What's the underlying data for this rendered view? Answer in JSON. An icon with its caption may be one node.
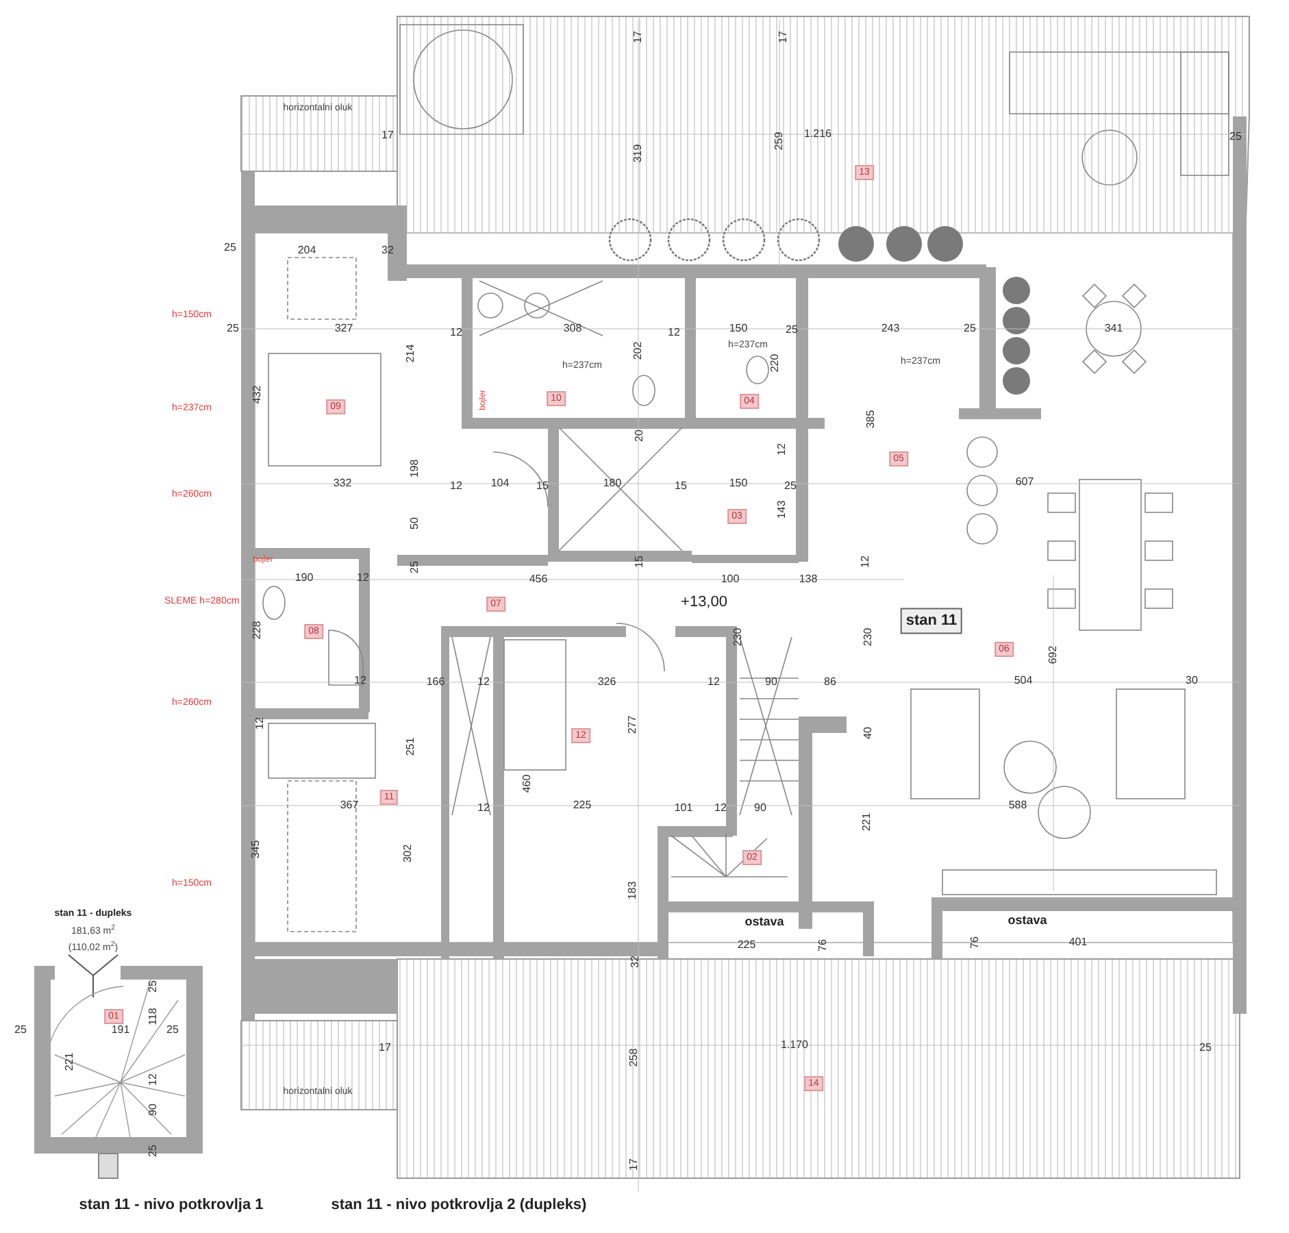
{
  "diagram": {
    "nodes": [
      {
        "text": [
          "13"
        ]
      },
      {
        "text": [
          "09"
        ]
      },
      {
        "text": [
          "10"
        ]
      },
      {
        "text": [
          "04"
        ]
      },
      {
        "text": [
          "05"
        ]
      },
      {
        "text": [
          "03"
        ]
      },
      {
        "text": [
          "07"
        ]
      },
      {
        "text": [
          "stan 11"
        ]
      },
      {
        "text": [
          "08"
        ]
      },
      {
        "text": [
          "06"
        ]
      },
      {
        "text": [
          "12"
        ]
      },
      {
        "text": [
          "11"
        ]
      },
      {
        "text": [
          "02"
        ]
      },
      {
        "text": [
          "01"
        ]
      },
      {
        "text": [
          "14"
        ]
      }
    ],
    "labels": [
      "horizontalni oluk",
      "17",
      "17",
      "17",
      "1.216",
      "259",
      "319",
      "25",
      "25",
      "204",
      "32",
      "h=150cm",
      "25",
      "327",
      "12",
      "308",
      "12",
      "150",
      "25",
      "243",
      "25",
      "341",
      "214",
      "202",
      "h=237cm",
      "h=237cm",
      "h=237cm",
      "220",
      "432",
      "bojler",
      "h=237cm",
      "385",
      "20",
      "198",
      "12",
      "332",
      "h=260cm",
      "12",
      "104",
      "15",
      "180",
      "15",
      "150",
      "25",
      "607",
      "143",
      "50",
      "bojler",
      "25",
      "15",
      "12",
      "190",
      "12",
      "456",
      "100",
      "138",
      "SLEME h=280cm",
      "+13,00",
      "228",
      "230",
      "230",
      "692",
      "12",
      "166",
      "12",
      "326",
      "12",
      "90",
      "86",
      "504",
      "30",
      "h=260cm",
      "12",
      "277",
      "40",
      "251",
      "460",
      "367",
      "12",
      "225",
      "101",
      "12",
      "90",
      "221",
      "588",
      "345",
      "302",
      "h=150cm",
      "183",
      "stan 11 - dupleks",
      "181,63 m$^{2}$",
      "(110,02 m$^{2}$)",
      "ostava",
      "ostava",
      "32",
      "225",
      "76",
      "76",
      "401",
      "25",
      "118",
      "25",
      "191",
      "25",
      "221",
      "17",
      "258",
      "1.170",
      "25",
      "12",
      "horizontalni oluk",
      "90",
      "25",
      "17",
      "stan 11 - nivo potkrovlja 1",
      "stan 11 - nivo potkrovlja 2 (dupleks)"
    ]
  }
}
